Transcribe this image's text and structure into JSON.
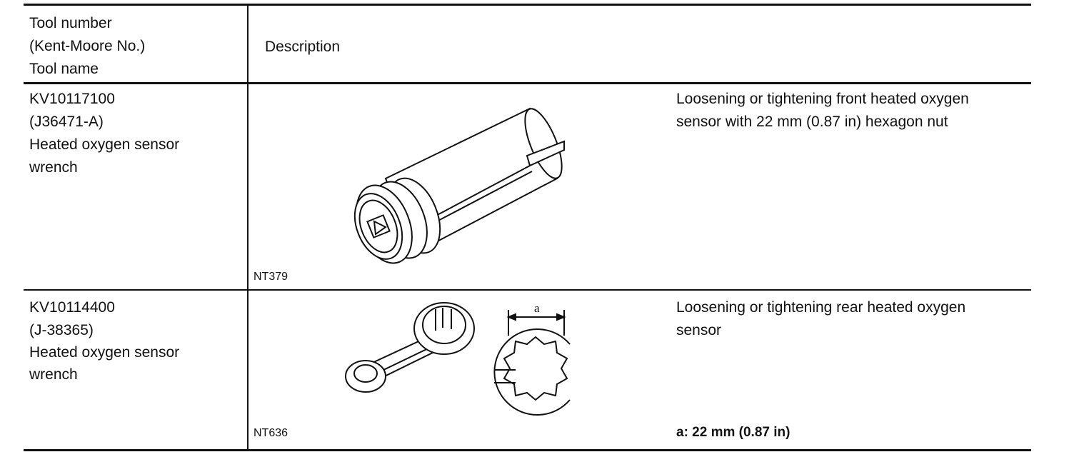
{
  "header": {
    "col1_line1": "Tool number",
    "col1_line2": "(Kent-Moore No.)",
    "col1_line3": "Tool name",
    "col2": "Description"
  },
  "rows": [
    {
      "tool_number": "KV10117100",
      "kent_moore": "(J36471-A)",
      "name_line1": "Heated oxygen sensor",
      "name_line2": "wrench",
      "figure_code": "NT379",
      "desc_line1": "Loosening or tightening front heated oxygen",
      "desc_line2": "sensor with 22 mm (0.87 in) hexagon nut",
      "figure_icon": "socket-wrench-illustration"
    },
    {
      "tool_number": "KV10114400",
      "kent_moore": "(J-38365)",
      "name_line1": "Heated oxygen sensor",
      "name_line2": "wrench",
      "figure_code": "NT636",
      "desc_line1": "Loosening or tightening rear heated oxygen",
      "desc_line2": "sensor",
      "dimension_label": "a",
      "spec": "a: 22 mm (0.87 in)",
      "figure_icon": "ring-wrench-illustration"
    }
  ]
}
